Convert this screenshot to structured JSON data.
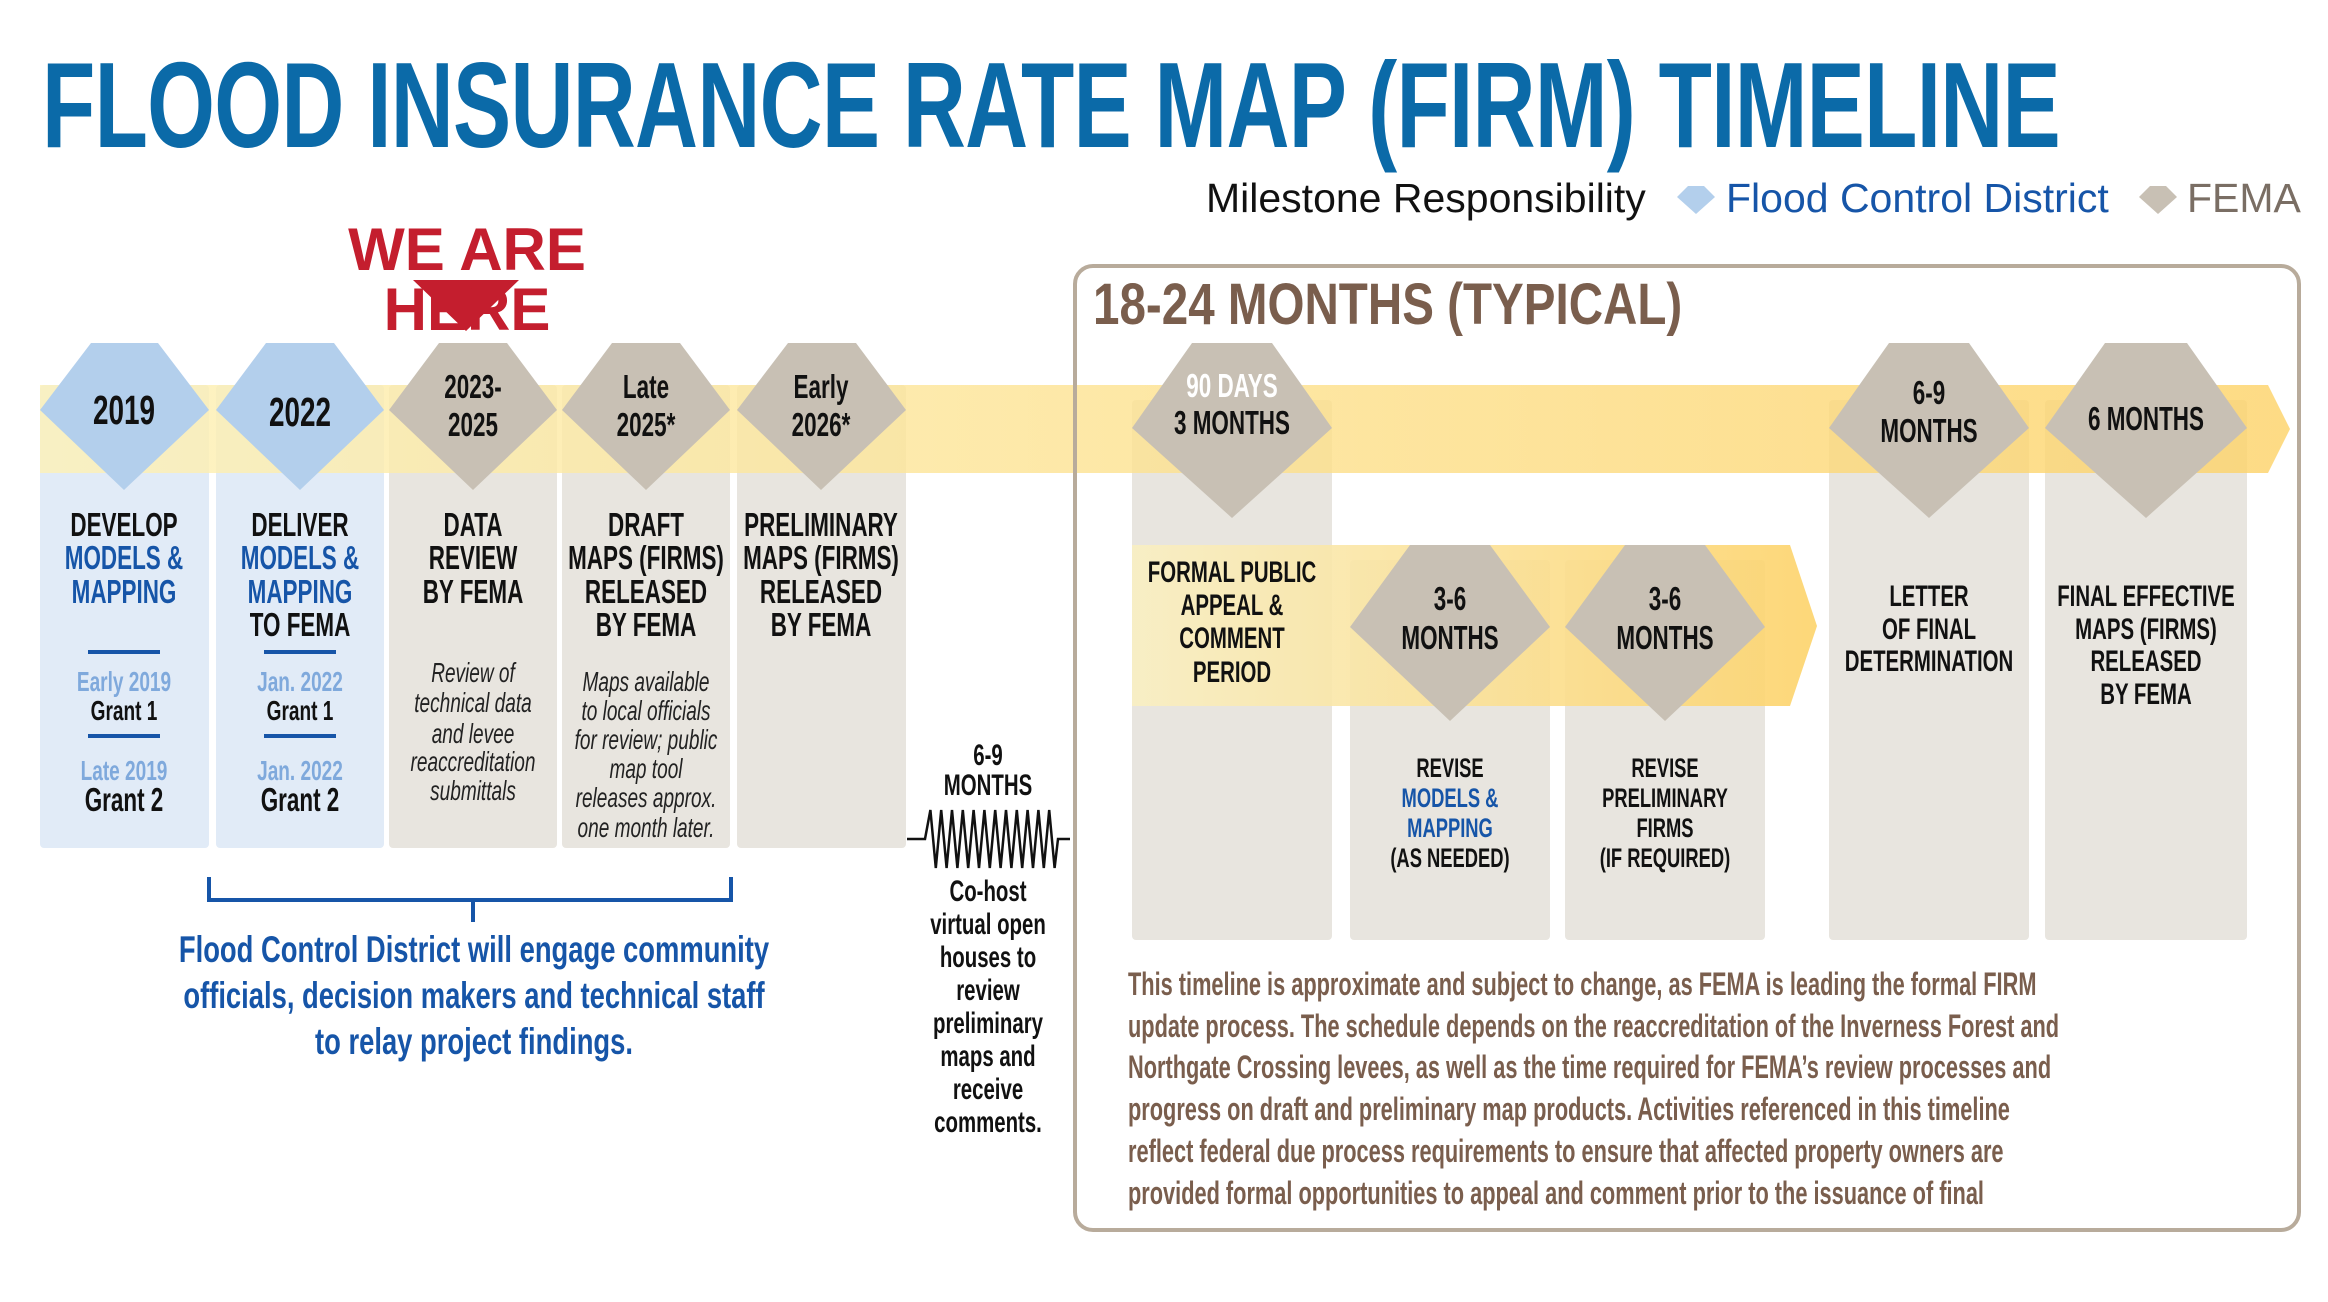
{
  "title": "FLOOD INSURANCE RATE MAP (FIRM) TIMELINE",
  "legend": {
    "label": "Milestone Responsibility",
    "items": [
      {
        "label": "Flood Control District",
        "color": "#b3cfec"
      },
      {
        "label": "FEMA",
        "color": "#c8c0b4"
      }
    ]
  },
  "marker": {
    "label": "WE ARE HERE",
    "color": "#c41e2e"
  },
  "phase1": [
    {
      "date": "2019",
      "lines": [
        "DEVELOP",
        "MODELS &",
        "MAPPING"
      ],
      "grants": [
        {
          "when": "Early 2019",
          "name": "Grant 1"
        },
        {
          "when": "Late 2019",
          "name": "Grant 2"
        }
      ]
    },
    {
      "date": "2022",
      "lines": [
        "DELIVER",
        "MODELS &",
        "MAPPING",
        "TO FEMA"
      ],
      "grants": [
        {
          "when": "Jan. 2022",
          "name": "Grant 1"
        },
        {
          "when": "Jan. 2022",
          "name": "Grant 2"
        }
      ]
    },
    {
      "date": [
        "2023-",
        "2025"
      ],
      "lines": [
        "DATA",
        "REVIEW",
        "BY FEMA"
      ],
      "note": [
        "Review of",
        "technical data",
        "and levee",
        "reaccreditation",
        "submittals"
      ]
    },
    {
      "date": [
        "Late",
        "2025*"
      ],
      "lines": [
        "DRAFT",
        "MAPS (FIRMS)",
        "RELEASED",
        "BY FEMA"
      ],
      "note": [
        "Maps available",
        "to local officials",
        "for review; public",
        "map tool",
        "releases approx.",
        "one month later."
      ]
    },
    {
      "date": [
        "Early",
        "2026*"
      ],
      "lines": [
        "PRELIMINARY",
        "MAPS (FIRMS)",
        "RELEASED",
        "BY FEMA"
      ]
    }
  ],
  "engage": [
    "Flood Control District will engage community",
    "officials, decision makers and technical staff",
    "to relay project findings."
  ],
  "gap": {
    "duration": [
      "6-9",
      "MONTHS"
    ],
    "text": [
      "Co-host",
      "virtual open",
      "houses to",
      "review",
      "preliminary",
      "maps and",
      "receive",
      "comments."
    ]
  },
  "phase2": {
    "title": "18-24 MONTHS (TYPICAL)",
    "steps": [
      {
        "duration": [
          "90 DAYS",
          "3 MONTHS"
        ],
        "lines": [
          "FORMAL PUBLIC",
          "APPEAL &",
          "COMMENT",
          "PERIOD"
        ]
      },
      {
        "duration": [
          "3-6",
          "MONTHS"
        ],
        "lines": [
          "REVISE",
          "MODELS &",
          "MAPPING",
          "(AS NEEDED)"
        ]
      },
      {
        "duration": [
          "3-6",
          "MONTHS"
        ],
        "lines": [
          "REVISE",
          "PRELIMINARY",
          "FIRMS",
          "(IF REQUIRED)"
        ]
      },
      {
        "duration": [
          "6-9",
          "MONTHS"
        ],
        "lines": [
          "LETTER",
          "OF FINAL",
          "DETERMINATION"
        ]
      },
      {
        "duration": [
          "6 MONTHS"
        ],
        "lines": [
          "FINAL EFFECTIVE",
          "MAPS (FIRMS)",
          "RELEASED",
          "BY FEMA"
        ]
      }
    ],
    "disclaimer": [
      "This timeline is approximate and subject to change, as FEMA is leading the formal FIRM",
      "update process. The schedule depends on the reaccreditation of the Inverness Forest and",
      "Northgate Crossing levees, as well as the time required for FEMA’s review processes and",
      "progress on draft and preliminary map products. Activities referenced in this timeline",
      "reflect federal due process requirements to ensure that affected property owners are",
      "provided formal opportunities to appeal and comment prior to the issuance of final"
    ]
  },
  "colors": {
    "title": "#0b6aa8",
    "district_blue": "#1655a8",
    "fema_tan": "#c8c0b4",
    "band": "#fdd56e",
    "brown": "#7a5e4d"
  }
}
